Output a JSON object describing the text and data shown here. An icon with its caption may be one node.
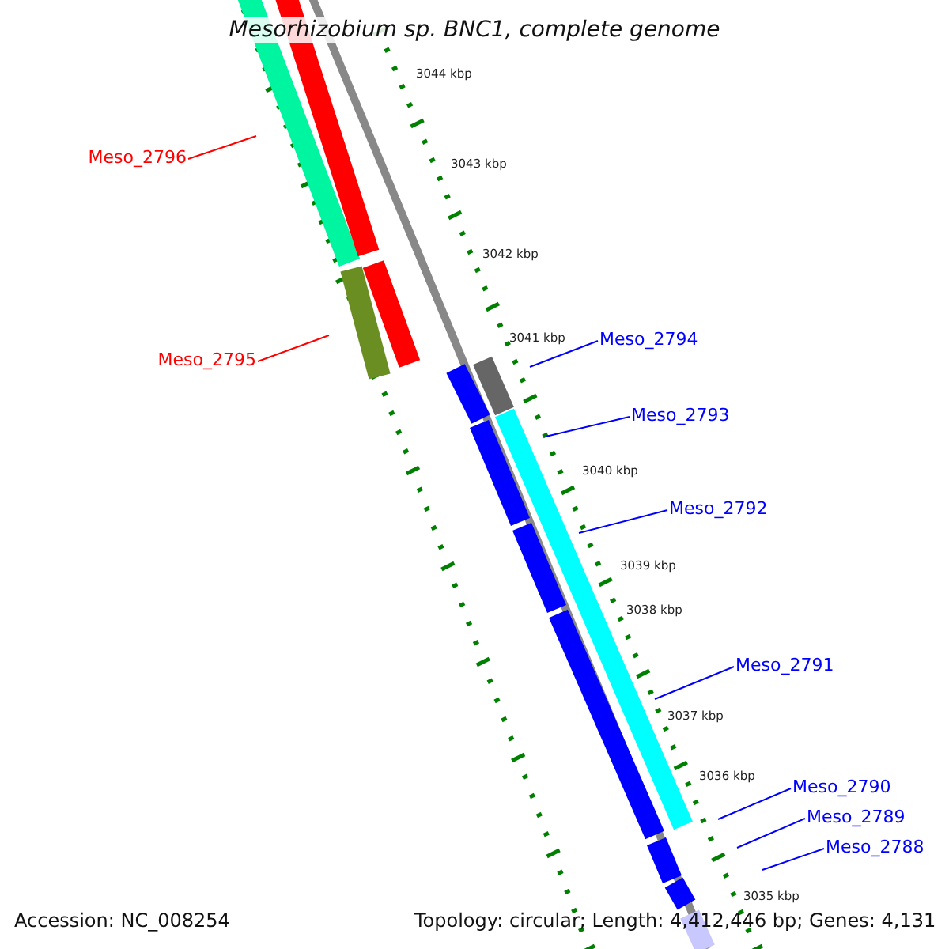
{
  "diagram": {
    "title": "Mesorhizobium sp. BNC1, complete genome",
    "nodes": [
      {
        "text": [
          "Meso_2796"
        ]
      },
      {
        "text": [
          "Meso_2795"
        ]
      },
      {
        "text": [
          "Meso_2794"
        ]
      },
      {
        "text": [
          "Meso_2793"
        ]
      },
      {
        "text": [
          "Meso_2792"
        ]
      },
      {
        "text": [
          "Meso_2791"
        ]
      },
      {
        "text": [
          "Meso_2790"
        ]
      },
      {
        "text": [
          "Meso_2789"
        ]
      },
      {
        "text": [
          "Meso_2788"
        ]
      }
    ],
    "edges": [
      {
        "from": 0,
        "to": null,
        "arrow": "none",
        "color": "#ff0000"
      },
      {
        "from": 1,
        "to": null,
        "arrow": "none",
        "color": "#ff0000"
      },
      {
        "from": 2,
        "to": null,
        "arrow": "none"
      },
      {
        "from": 3,
        "to": null,
        "arrow": "none"
      },
      {
        "from": 4,
        "to": null,
        "arrow": "none"
      },
      {
        "from": 5,
        "to": null,
        "arrow": "none"
      },
      {
        "from": 6,
        "to": null,
        "arrow": "none"
      },
      {
        "from": 7,
        "to": null,
        "arrow": "none"
      },
      {
        "from": 8,
        "to": null,
        "arrow": "none"
      }
    ],
    "labels": [
      "3044 kbp",
      "3043 kbp",
      "3042 kbp",
      "3041 kbp",
      "3040 kbp",
      "3039 kbp",
      "3038 kbp",
      "3037 kbp",
      "3036 kbp",
      "3035 kbp",
      "Accession: NC_008254",
      "Topology: circular; Length: 4,412,446 bp; Genes: 4,131"
    ]
  }
}
